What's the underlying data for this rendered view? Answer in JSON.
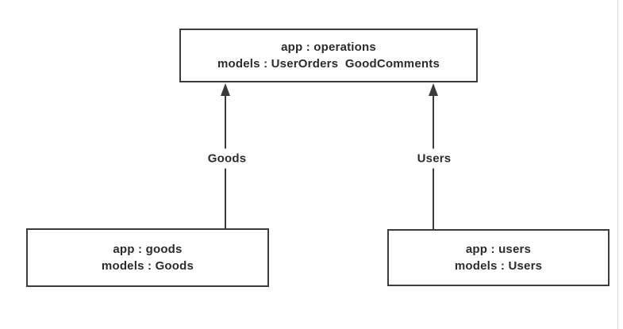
{
  "canvas": {
    "background": "#ffffff",
    "stroke_color": "#3b3b3b",
    "text_color": "#2b2b2b",
    "faint_border_color": "#d7d7d7"
  },
  "nodes": {
    "operations": {
      "line1": "app : operations",
      "line2": "models : UserOrders  GoodComments"
    },
    "goods": {
      "line1": "app : goods",
      "line2": "models : Goods"
    },
    "users": {
      "line1": "app : users",
      "line2": "models : Users"
    }
  },
  "edges": {
    "goods_to_operations": {
      "label": "Goods"
    },
    "users_to_operations": {
      "label": "Users"
    }
  }
}
